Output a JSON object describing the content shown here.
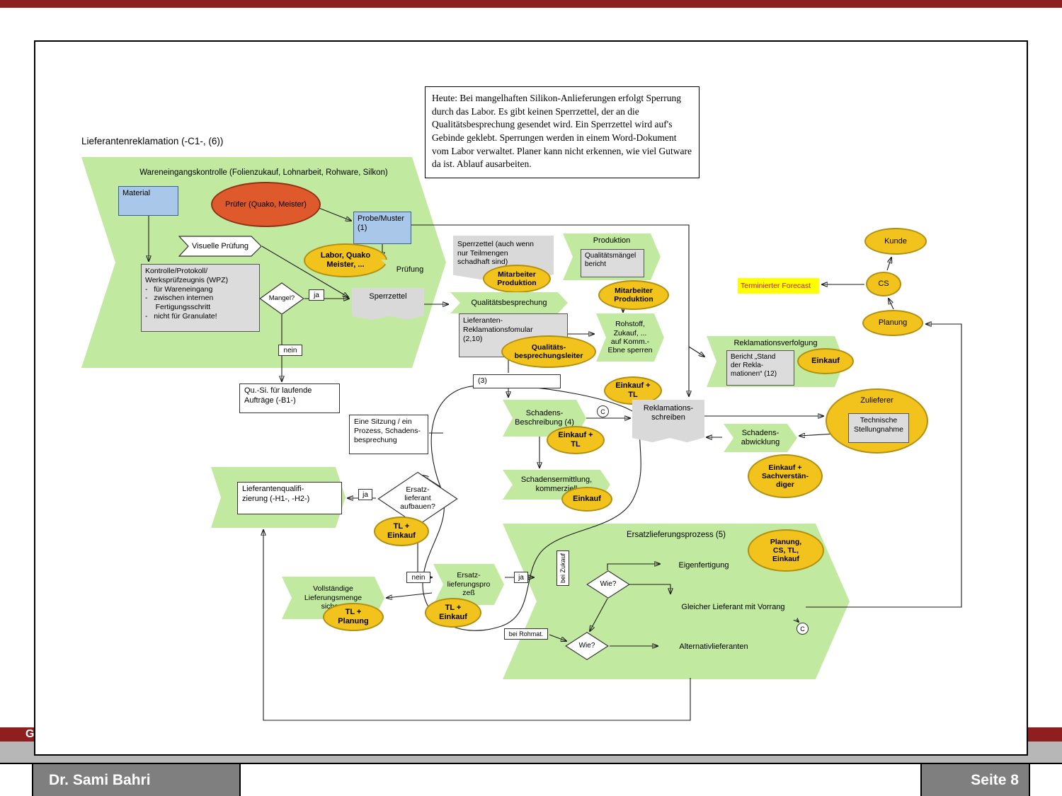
{
  "slide": {
    "title": "Lieferantenreklamation (-C1-, (6))",
    "note": "Heute: Bei  mangelhaften Silikon-Anlieferungen erfolgt Sperrung durch das Labor. Es gibt keinen Sperrzettel, der an die Qualitätsbesprechung gesendet wird. Ein Sperrzettel wird auf's Gebinde geklebt. Sperrungen werden in einem Word-Dokument vom Labor verwaltet. Planer kann nicht erkennen, wie viel Gutware da ist. Ablauf ausarbeiten.",
    "band_letter": "G",
    "footer": {
      "author": "Dr. Sami Bahri",
      "page": "Seite 8"
    }
  },
  "labels": {
    "ja": "ja",
    "nein": "nein",
    "c": "C",
    "par3": "(3)",
    "bei_zukauf": "bei Zukauf",
    "bei_rohmat": "bei Rohmat."
  },
  "nodes": {
    "wek": "Wareneingangskontrolle (Folienzukauf, Lohnarbeit, Rohware, Silkon)",
    "material": "Material",
    "pruefer": "Prüfer (Quako, Meister)",
    "probe": "Probe/Muster\n(1)",
    "visuelle": "Visuelle Prüfung",
    "labor": "Labor, Quako\nMeister, ...",
    "pruefung": "Prüfung",
    "kontrolle": "Kontrolle/Protokoll/\nWerksprüfzeugnis (WPZ)\n-   für Wareneingang\n-   zwischen internen\n     Fertigungsschritt\n-   nicht für Granulate!",
    "mangel": "Mangel?",
    "sperrzettel": "Sperrzettel",
    "sperrzettel_note": "Sperrzettel (auch wenn\nnur Teilmengen\nschadhaft sind)",
    "mitarbeiter_produktion": "Mitarbeiter\nProduktion",
    "produktion": "Produktion",
    "qualitaetsmaengel": "Qualitätsmängel\nbericht",
    "qualitaetsbesprechung": "Qualitätsbesprechung",
    "formular": "Lieferanten-\nReklamationsfomular\n(2,10)",
    "qb_leiter": "Qualitäts-\nbesprechungsleiter",
    "rohstoff": "Rohstoff,\nZukauf, ...\nauf Komm.-\nEbne sperren",
    "kunde": "Kunde",
    "cs": "CS",
    "forecast": "Terminierter Forecast",
    "planung": "Planung",
    "reklamationsverfolgung": "Reklamationsverfolgung",
    "bericht": "Bericht „Stand\nder Rekla-\nmationen“ (12)",
    "einkauf": "Einkauf",
    "qusi": "Qu.-Si. für laufende\nAufträge (-B1-)",
    "einkauf_tl": "Einkauf +\nTL",
    "schadensbeschreibung": "Schadens-\nBeschreibung (4)",
    "reklamationsschreiben": "Reklamations-\nschreiben",
    "zulieferer": "Zulieferer",
    "technische": "Technische\nStellungnahme",
    "sitzung": "Eine Sitzung / ein\nProzess, Schadens-\nbesprechung",
    "schadensabwicklung": "Schadens-\nabwicklung",
    "einkauf_sach": "Einkauf +\nSachverstän-\ndiger",
    "schadensermittlung": "Schadensermittlung,\nkommerziell",
    "lq": "Lieferantenqualifi-\nzierung (-H1-, -H2-)",
    "ersatz_frage": "Ersatz-\nlieferant\naufbauen?",
    "tl_einkauf": "TL +\nEinkauf",
    "elp": "Ersatzlieferungsprozess (5)",
    "planung_cs": "Planung,\nCS, TL,\nEinkauf",
    "wie": "Wie?",
    "eigenfertigung": "Eigenfertigung",
    "gleicher": "Gleicher Lieferant mit Vorrang",
    "alternativ": "Alternativlieferanten",
    "ersatz_klein": "Ersatz-\nlieferungspro\nzeß",
    "vollstaendige": "Vollständige\nLieferungsmenge\nsichern",
    "tl_planung": "TL +\nPlanung"
  }
}
